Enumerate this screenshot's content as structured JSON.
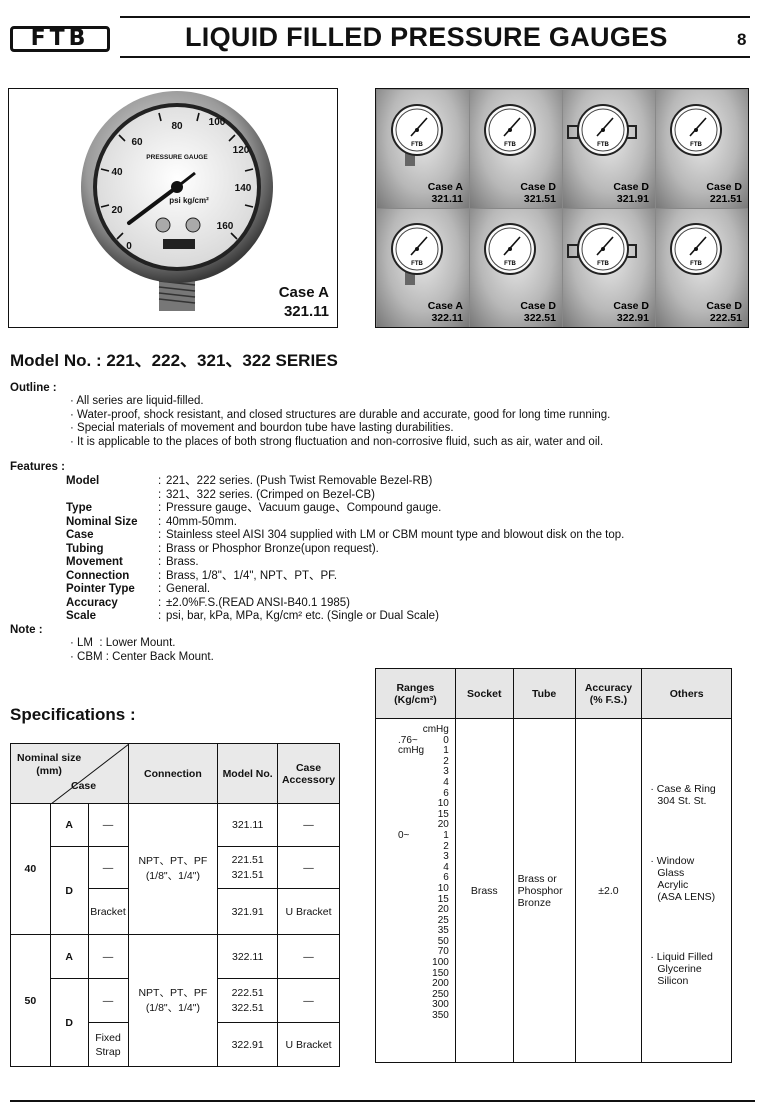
{
  "header": {
    "logo": "FTB",
    "title": "LIQUID FILLED PRESSURE GAUGES",
    "page": "8"
  },
  "photo": {
    "caption_line1": "Case A",
    "caption_line2": "321.11",
    "dial_label": "PRESSURE GAUGE",
    "dial_units": "psi kg/cm²",
    "dial_ticks": [
      "0",
      "20",
      "40",
      "60",
      "80",
      "100",
      "120",
      "140",
      "160"
    ]
  },
  "thumbs": [
    {
      "case": "Case A",
      "code": "321.11",
      "brand": "FTB"
    },
    {
      "case": "Case D",
      "code": "321.51",
      "brand": "FTB"
    },
    {
      "case": "Case D",
      "code": "321.91",
      "brand": "FTB"
    },
    {
      "case": "Case D",
      "code": "221.51",
      "brand": "FTB"
    },
    {
      "case": "Case A",
      "code": "322.11",
      "brand": "FTB"
    },
    {
      "case": "Case D",
      "code": "322.51",
      "brand": "FTB"
    },
    {
      "case": "Case D",
      "code": "322.91",
      "brand": "FTB"
    },
    {
      "case": "Case D",
      "code": "222.51",
      "brand": "FTB"
    }
  ],
  "model": {
    "title": "Model No. : 221、222、321、322 SERIES"
  },
  "outline": {
    "label": "Outline :",
    "items": [
      "· All series are liquid-filled.",
      "· Water-proof, shock resistant, and closed structures are durable and accurate, good for long time running.",
      "· Special materials of movement and bourdon tube have lasting durabilities.",
      "· It is applicable to the places of both strong fluctuation and non-corrosive fluid, such as air, water and oil."
    ]
  },
  "features": {
    "label": "Features :",
    "rows": [
      {
        "key": "Model",
        "value": "221、222 series. (Push Twist Removable Bezel-RB)"
      },
      {
        "key": "",
        "value": "321、322 series. (Crimped on Bezel-CB)"
      },
      {
        "key": "Type",
        "value": "Pressure gauge、Vacuum gauge、Compound gauge."
      },
      {
        "key": "Nominal Size",
        "value": "40mm-50mm."
      },
      {
        "key": "Case",
        "value": "Stainless steel AISI 304 supplied with LM or CBM mount type and blowout disk on the top."
      },
      {
        "key": "Tubing",
        "value": "Brass or Phosphor Bronze(upon request)."
      },
      {
        "key": "Movement",
        "value": "Brass."
      },
      {
        "key": "Connection",
        "value": "Brass, 1/8\"、1/4\", NPT、PT、PF."
      },
      {
        "key": "Pointer Type",
        "value": "General."
      },
      {
        "key": "Accuracy",
        "value": "±2.0%F.S.(READ ANSI-B40.1 1985)"
      },
      {
        "key": "Scale",
        "value": "psi, bar, kPa, MPa, Kg/cm² etc. (Single or Dual Scale)"
      }
    ]
  },
  "note": {
    "label": "Note :",
    "items": [
      "· LM  : Lower Mount.",
      "· CBM : Center Back Mount."
    ]
  },
  "specs": {
    "title": "Specifications :",
    "headers": {
      "nominal": "Nominal size",
      "mm": "(mm)",
      "case": "Case",
      "connection": "Connection",
      "model_no": "Model No.",
      "accessory": "Case Accessory"
    },
    "dash": "—",
    "size40": "40",
    "size50": "50",
    "caseA": "A",
    "caseD": "D",
    "bracket": "Bracket",
    "fixed_strap": "Fixed Strap",
    "connection_line1": "NPT、PT、PF",
    "connection_line2": "(1/8\"、1/4\")",
    "m32111": "321.11",
    "m22151": "221.51",
    "m32151": "321.51",
    "m32191": "321.91",
    "m32211": "322.11",
    "m22251": "222.51",
    "m32251": "322.51",
    "m32291": "322.91",
    "u_bracket": "U Bracket"
  },
  "ranges": {
    "headers": {
      "ranges": "Ranges",
      "ranges_unit": "(Kg/cm²)",
      "socket": "Socket",
      "tube": "Tube",
      "accuracy": "Accuracy",
      "accuracy_unit": "(% F.S.)",
      "others": "Others"
    },
    "vac_top": "cmHg",
    "vac_76": ".76~",
    "vac_0": "0",
    "vac_cmhg": "cmHg",
    "zero_tilde": "0~",
    "values_a": [
      "1",
      "2",
      "3",
      "4",
      "6",
      "10",
      "15",
      "20"
    ],
    "values_b": [
      "1",
      "2",
      "3",
      "4",
      "6",
      "10",
      "15",
      "20",
      "25",
      "35",
      "50",
      "70",
      "100",
      "150",
      "200",
      "250",
      "300",
      "350"
    ],
    "socket": "Brass",
    "tube": "Brass or Phosphor Bronze",
    "accuracy": "±2.0",
    "others": [
      {
        "line1": "· Case & Ring",
        "line2": "304 St. St.",
        "line3": ""
      },
      {
        "line1": "· Window",
        "line2": "Glass",
        "line3": "Acrylic",
        "line4": "(ASA LENS)"
      },
      {
        "line1": "· Liquid Filled",
        "line2": "Glycerine",
        "line3": "Silicon"
      }
    ]
  }
}
